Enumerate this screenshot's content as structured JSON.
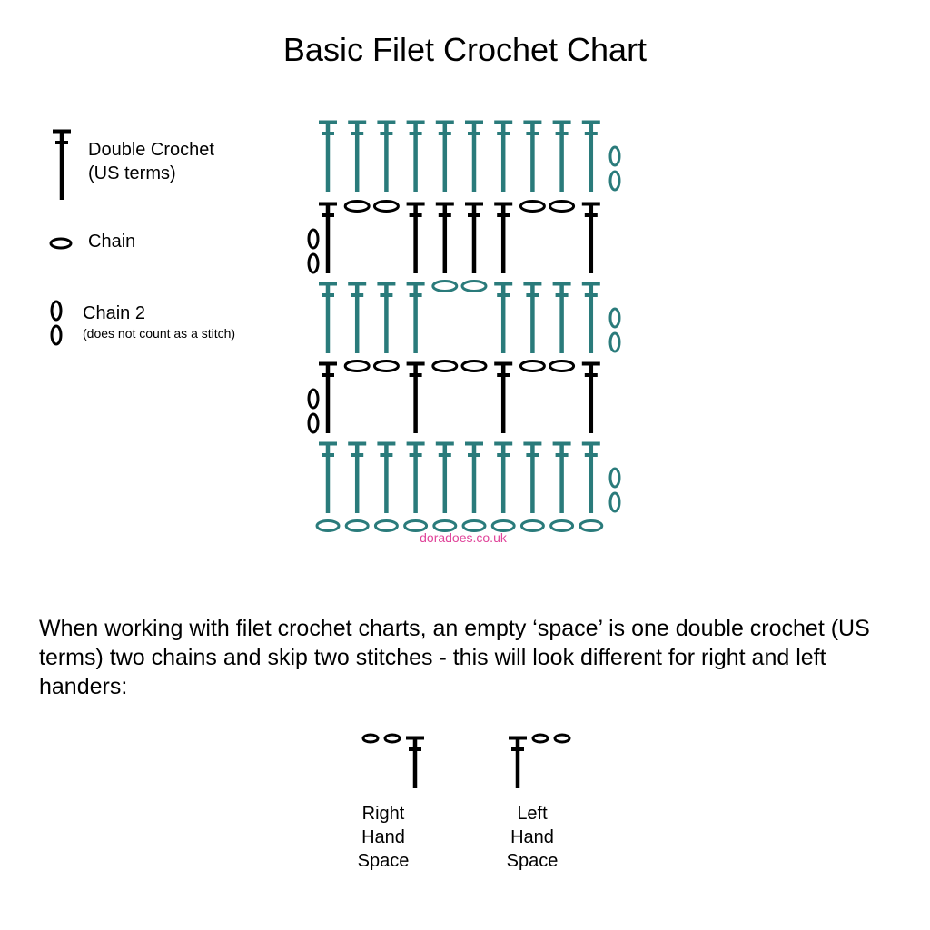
{
  "title": "Basic Filet Crochet Chart",
  "colors": {
    "stitch_dark": "#000000",
    "stitch_teal": "#2a7b7b",
    "credit_pink": "#e0449a"
  },
  "legend": {
    "double_crochet": {
      "line1": "Double Crochet",
      "line2": "(US terms)",
      "icon": "double-crochet-symbol"
    },
    "chain": {
      "label": "Chain",
      "icon": "chain-symbol"
    },
    "chain2": {
      "label": "Chain 2",
      "sub": "(does not count as a stitch)",
      "icon": "chain-2-symbol"
    }
  },
  "chart": {
    "columns": 10,
    "rows": [
      {
        "color": "teal",
        "pattern": "DDDDDDDDDD",
        "turning_chain": "right"
      },
      {
        "color": "black",
        "pattern": "DOODDDDOOD",
        "turning_chain": "left"
      },
      {
        "color": "teal",
        "pattern": "DDDDOODDDD",
        "turning_chain": "right"
      },
      {
        "color": "black",
        "pattern": "DOODOODOOD",
        "turning_chain": "left"
      },
      {
        "color": "teal",
        "pattern": "DDDDDDDDDD",
        "turning_chain": "right"
      }
    ],
    "foundation_chain_count": 10
  },
  "credit": "doradoes.co.uk",
  "explanation": "When working with filet crochet charts, an empty ‘space’ is one double crochet (US terms) two chains and skip two stitches - this will look different for right and left handers:",
  "examples": {
    "right": {
      "line1": "Right",
      "line2": "Hand",
      "line3": "Space"
    },
    "left": {
      "line1": "Left",
      "line2": "Hand",
      "line3": "Space"
    }
  }
}
